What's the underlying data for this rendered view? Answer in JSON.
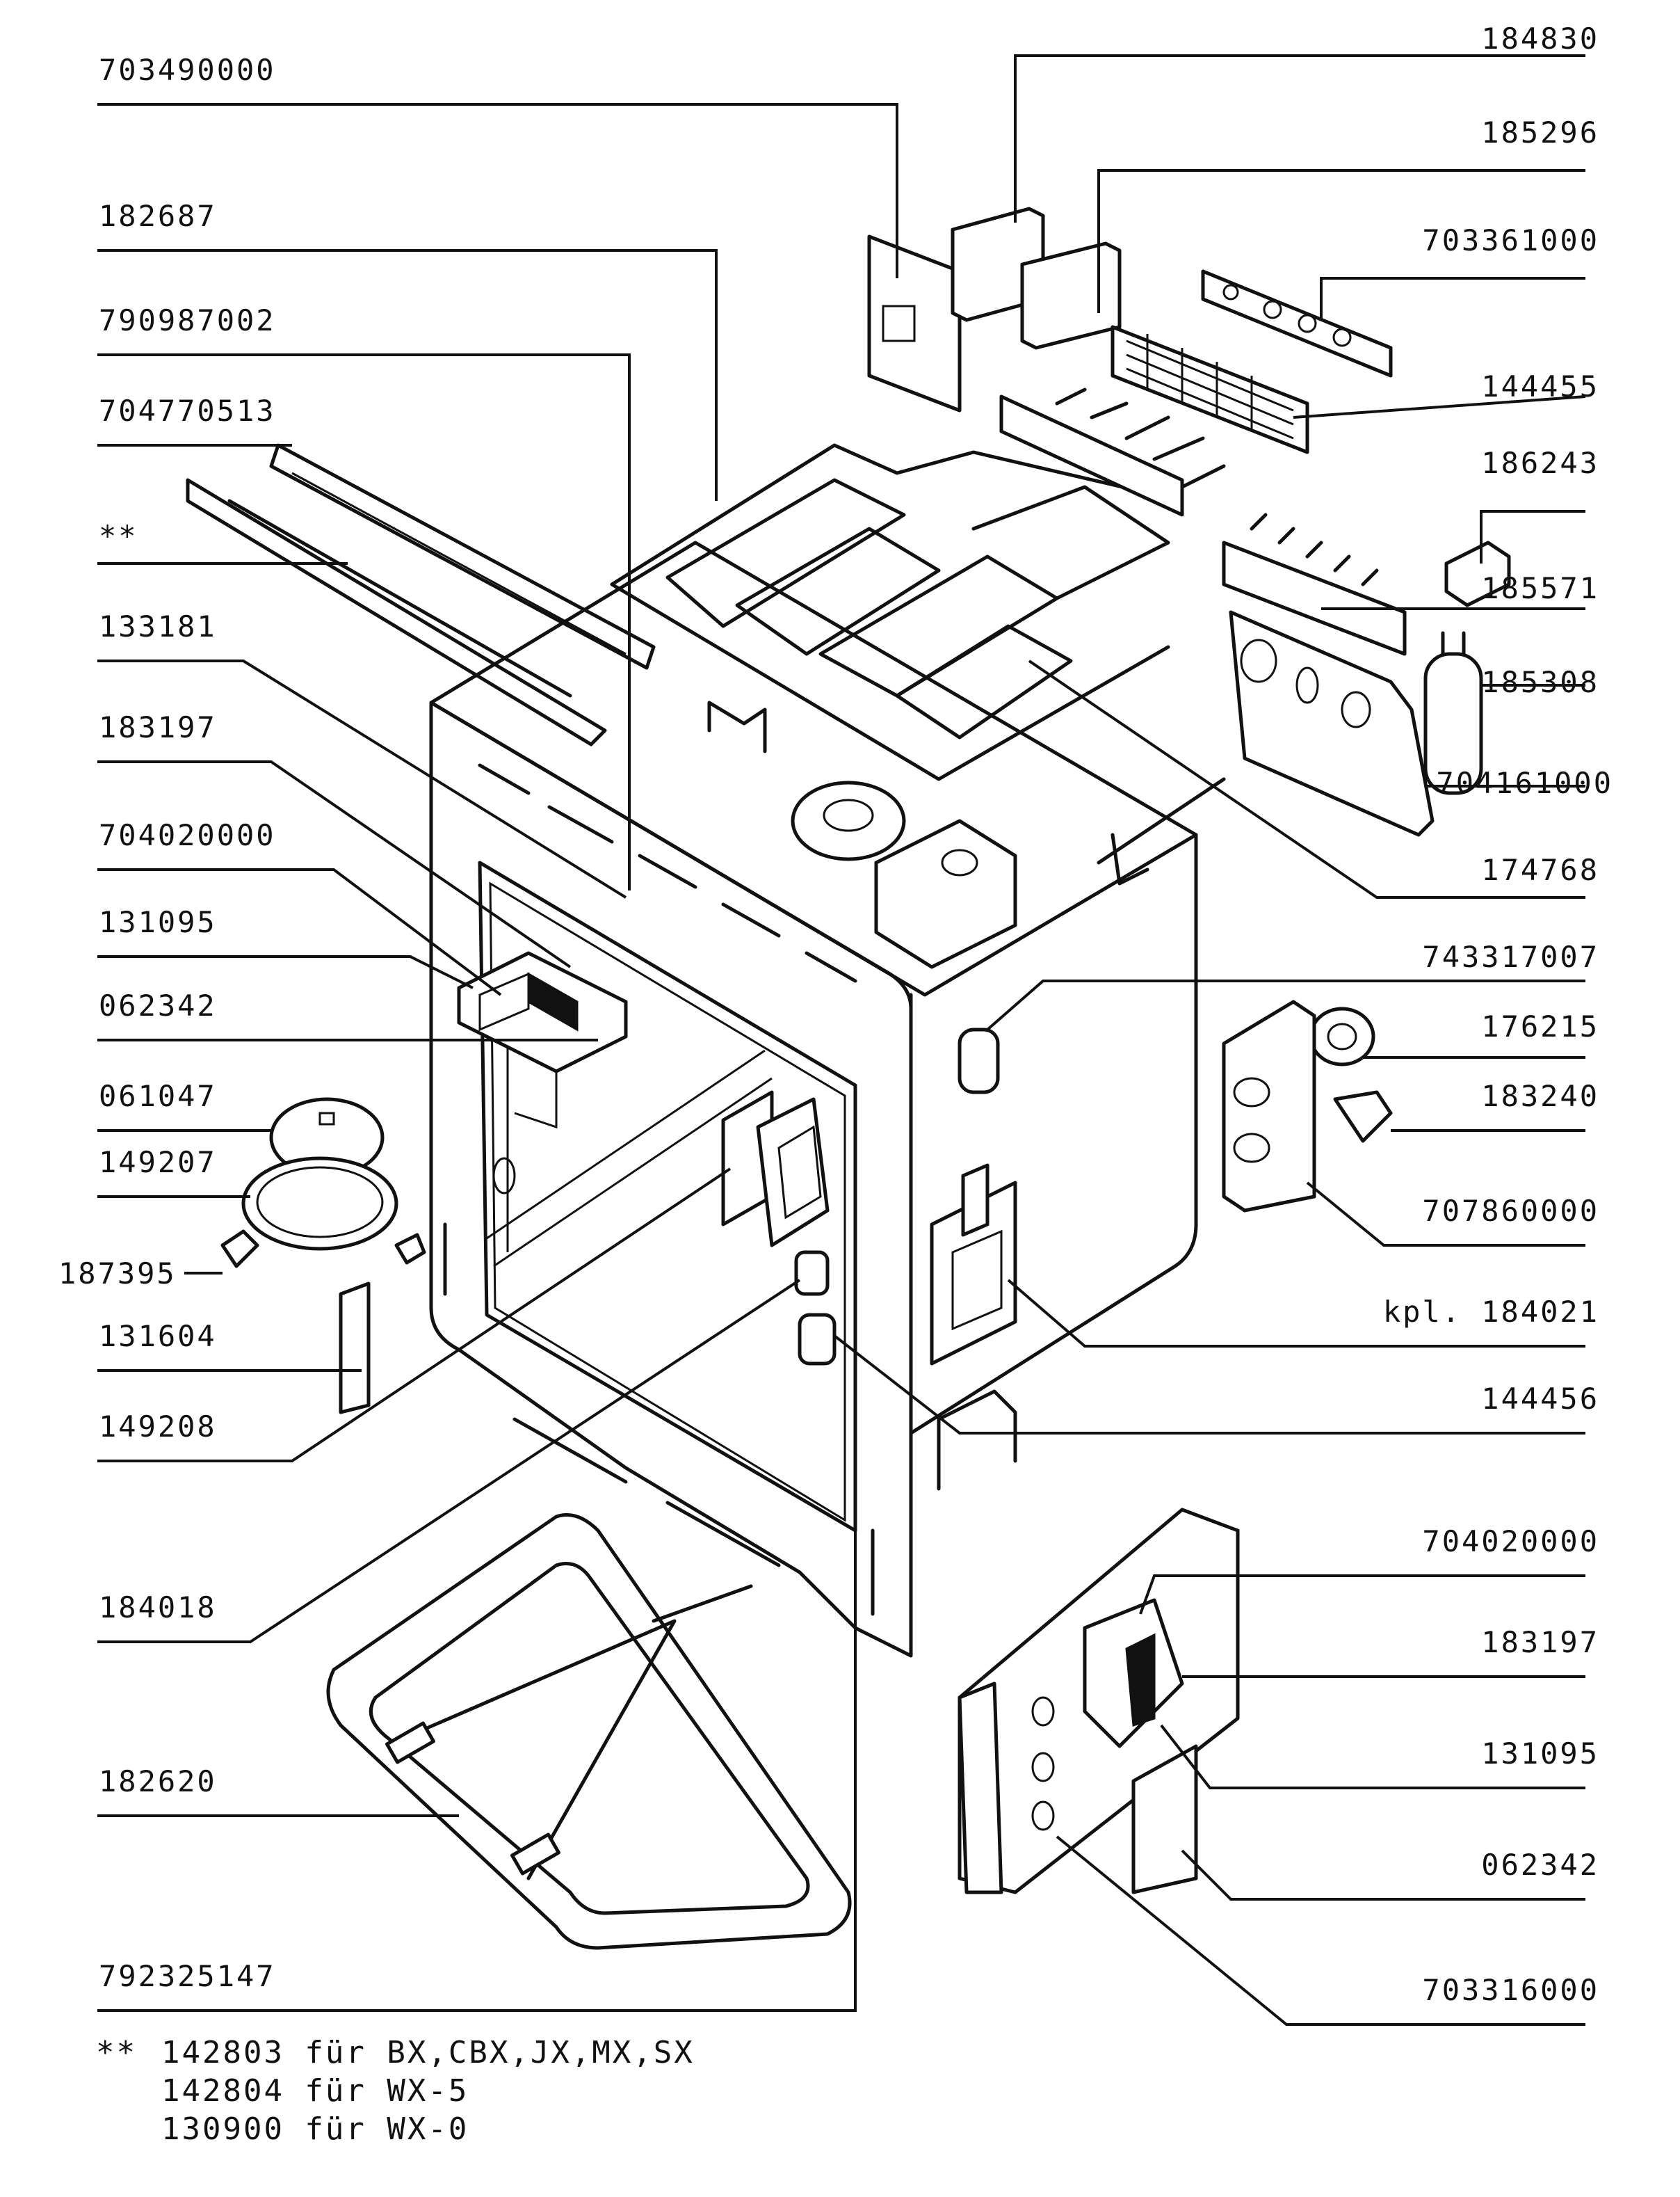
{
  "parts_left": [
    "703490000",
    "182687",
    "790987002",
    "704770513",
    "**",
    "133181",
    "183197",
    "704020000",
    "131095",
    "062342",
    "061047",
    "149207",
    "187395",
    "131604",
    "149208",
    "184018",
    "182620",
    "792325147"
  ],
  "parts_right": [
    "184830",
    "185296",
    "703361000",
    "144455",
    "186243",
    "185571",
    "185308",
    "704161000",
    "174768",
    "743317007",
    "176215",
    "183240",
    "707860000",
    "kpl. 184021",
    "144456",
    "704020000",
    "183197",
    "131095",
    "062342",
    "703316000"
  ],
  "footnote": {
    "marker": "**",
    "lines": [
      "142803 für BX,CBX,JX,MX,SX",
      "142804 für WX-5",
      "130900 für WX-0"
    ]
  }
}
